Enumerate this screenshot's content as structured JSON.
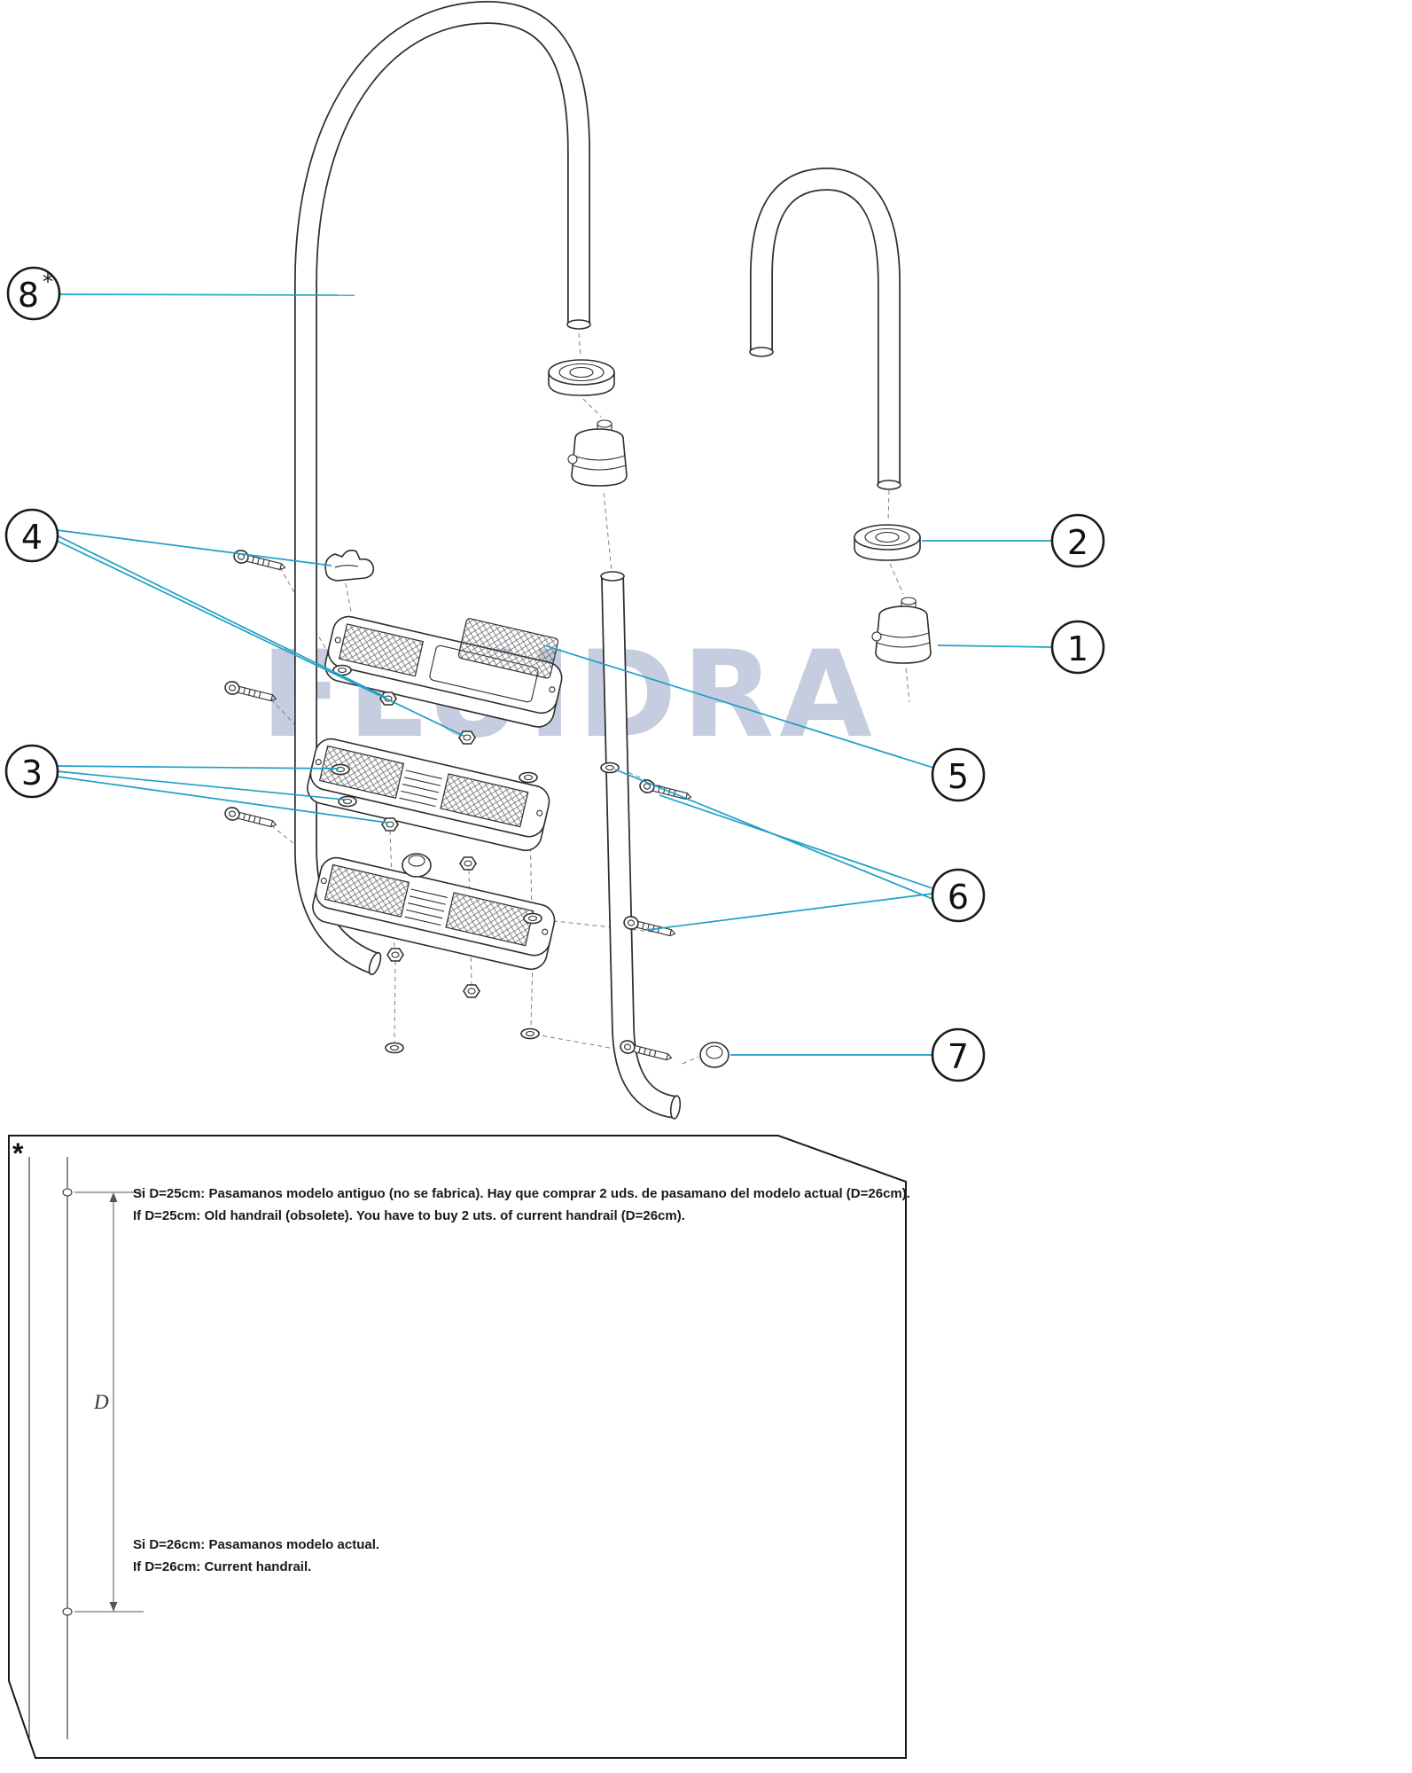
{
  "watermark": "FLUIDRA",
  "colors": {
    "line": "#2f2f2f",
    "leader": "#1e9fc6",
    "watermark": "#c6cde0"
  },
  "callouts": [
    {
      "label": "8",
      "sup": "*"
    },
    {
      "label": "4"
    },
    {
      "label": "3"
    },
    {
      "label": "2"
    },
    {
      "label": "1"
    },
    {
      "label": "5"
    },
    {
      "label": "6"
    },
    {
      "label": "7"
    }
  ],
  "note": {
    "marker": "*",
    "dimension_label": "D",
    "lines": [
      "Si D=25cm: Pasamanos modelo antiguo (no se fabrica). Hay que comprar 2 uds. de pasamano del modelo actual (D=26cm).",
      "If D=25cm: Old handrail (obsolete). You have to buy 2 uts. of current handrail (D=26cm).",
      "Si D=26cm: Pasamanos modelo actual.",
      "If D=26cm: Current handrail."
    ]
  }
}
